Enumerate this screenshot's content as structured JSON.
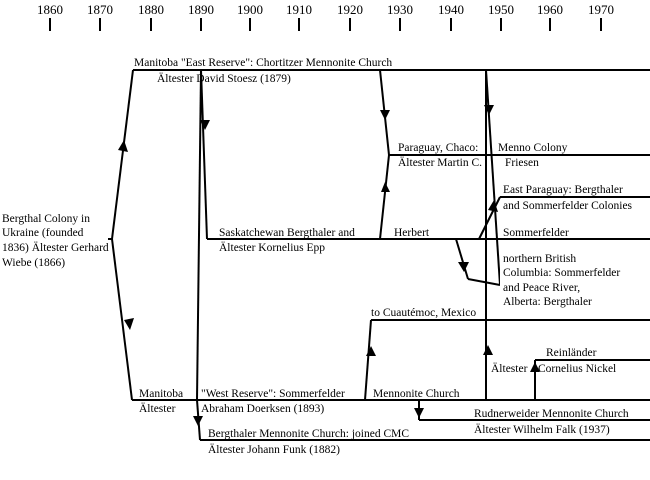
{
  "years": [
    "1860",
    "1870",
    "1880",
    "1890",
    "1900",
    "1910",
    "1920",
    "1930",
    "1940",
    "1950",
    "1960",
    "1970"
  ],
  "labels": {
    "origin_1": "Bergthal Colony in",
    "origin_2": "Ukraine (founded",
    "origin_3": "1836) Ältester Gerhard",
    "origin_4": "Wiebe (1866)",
    "east_reserve": "Manitoba \"East Reserve\": Chortitzer Mennonite Church",
    "east_altester": "Ältester  David Stoesz (1879)",
    "paraguay_chaco": "Paraguay, Chaco:",
    "menno_colony": "Menno Colony",
    "altester_martin": "Ältester Martin C.",
    "friesen": "Friesen",
    "east_paraguay_1": "East Paraguay: Bergthaler",
    "east_paraguay_2": "and Sommerfelder Colonies",
    "sask_bergthaler": "Saskatchewan Bergthaler and",
    "herbert": "Herbert",
    "sommerfelder": "Sommerfelder",
    "altester_epp": "Ältester Kornelius Epp",
    "nbc_1": "northern British",
    "nbc_2": "Columbia: Sommerfelder",
    "nbc_3": "and Peace River,",
    "nbc_4": "Alberta: Bergthaler",
    "cuauhtemoc": "to Cuautémoc, Mexico",
    "reinlander": "Reinländer",
    "altester_left": "Ältester",
    "altester_nickel": "Cornelius Nickel",
    "manitoba": "Manitoba",
    "west_reserve": "\"West Reserve\": Sommerfelder",
    "mennonite_church": "Mennonite Church",
    "manitoba_altester": "Ältester",
    "doerksen": "Abraham Doerksen (1893)",
    "rudnerweider": "Rudnerweider Mennonite Church",
    "wilhelm_falk": "Ältester Wilhelm Falk (1937)",
    "bergthaler_cmc": "Bergthaler Mennonite Church: joined CMC",
    "johann_funk": "Ältester Johann Funk (1882)"
  }
}
